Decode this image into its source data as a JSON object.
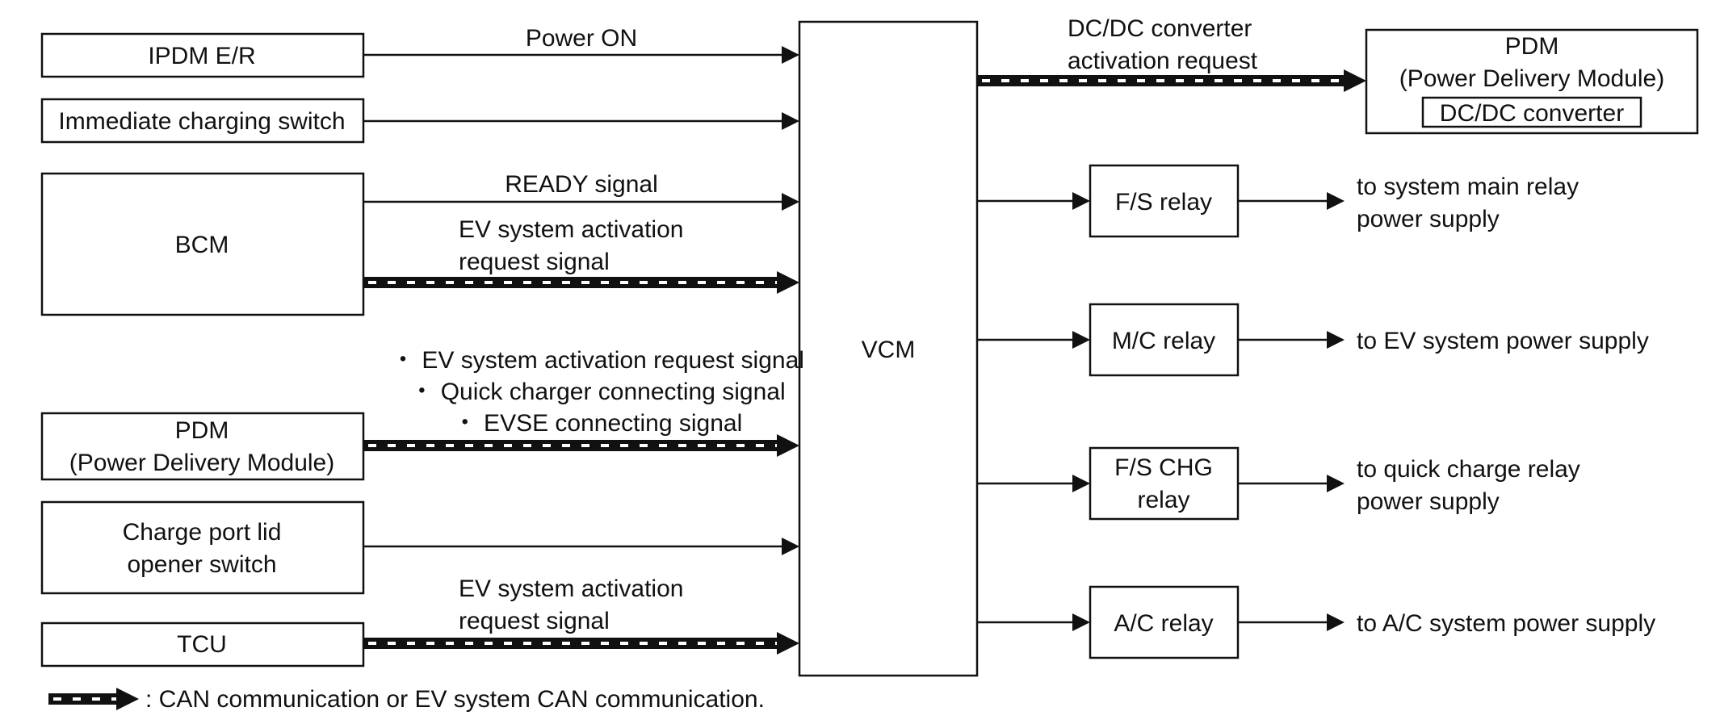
{
  "blocks": {
    "ipdm": {
      "lines": [
        "IPDM E/R"
      ]
    },
    "immediate_charging": {
      "lines": [
        "Immediate charging switch"
      ]
    },
    "bcm": {
      "lines": [
        "BCM"
      ]
    },
    "pdm_left": {
      "lines": [
        "PDM",
        "(Power Delivery Module)"
      ]
    },
    "charge_port": {
      "lines": [
        "Charge port lid",
        "opener switch"
      ]
    },
    "tcu": {
      "lines": [
        "TCU"
      ]
    },
    "vcm": {
      "lines": [
        "VCM"
      ]
    },
    "pdm_right": {
      "lines": [
        "PDM",
        "(Power Delivery Module)"
      ],
      "inner": "DC/DC converter"
    },
    "fs_relay": {
      "lines": [
        "F/S relay"
      ]
    },
    "mc_relay": {
      "lines": [
        "M/C relay"
      ]
    },
    "fs_chg_relay": {
      "lines": [
        "F/S CHG",
        "relay"
      ]
    },
    "ac_relay": {
      "lines": [
        "A/C relay"
      ]
    }
  },
  "signals": {
    "power_on": {
      "lines": [
        "Power ON"
      ]
    },
    "ready": {
      "lines": [
        "READY signal"
      ]
    },
    "bcm_can": {
      "lines": [
        "EV system activation",
        "request signal"
      ]
    },
    "pdm_can": {
      "lines": [
        "・ EV system activation request signal",
        "・ Quick charger connecting signal",
        "・ EVSE connecting signal"
      ]
    },
    "tcu_can": {
      "lines": [
        "EV system activation",
        "request signal"
      ]
    },
    "dcdc": {
      "lines": [
        "DC/DC converter",
        "activation request"
      ]
    }
  },
  "outputs": {
    "fs": {
      "lines": [
        "to system main relay",
        "power supply"
      ]
    },
    "mc": {
      "lines": [
        "to EV system power supply"
      ]
    },
    "fs_chg": {
      "lines": [
        "to quick charge relay",
        "power supply"
      ]
    },
    "ac": {
      "lines": [
        "to A/C system power supply"
      ]
    }
  },
  "legend": {
    "text": ": CAN communication or EV system CAN communication."
  }
}
